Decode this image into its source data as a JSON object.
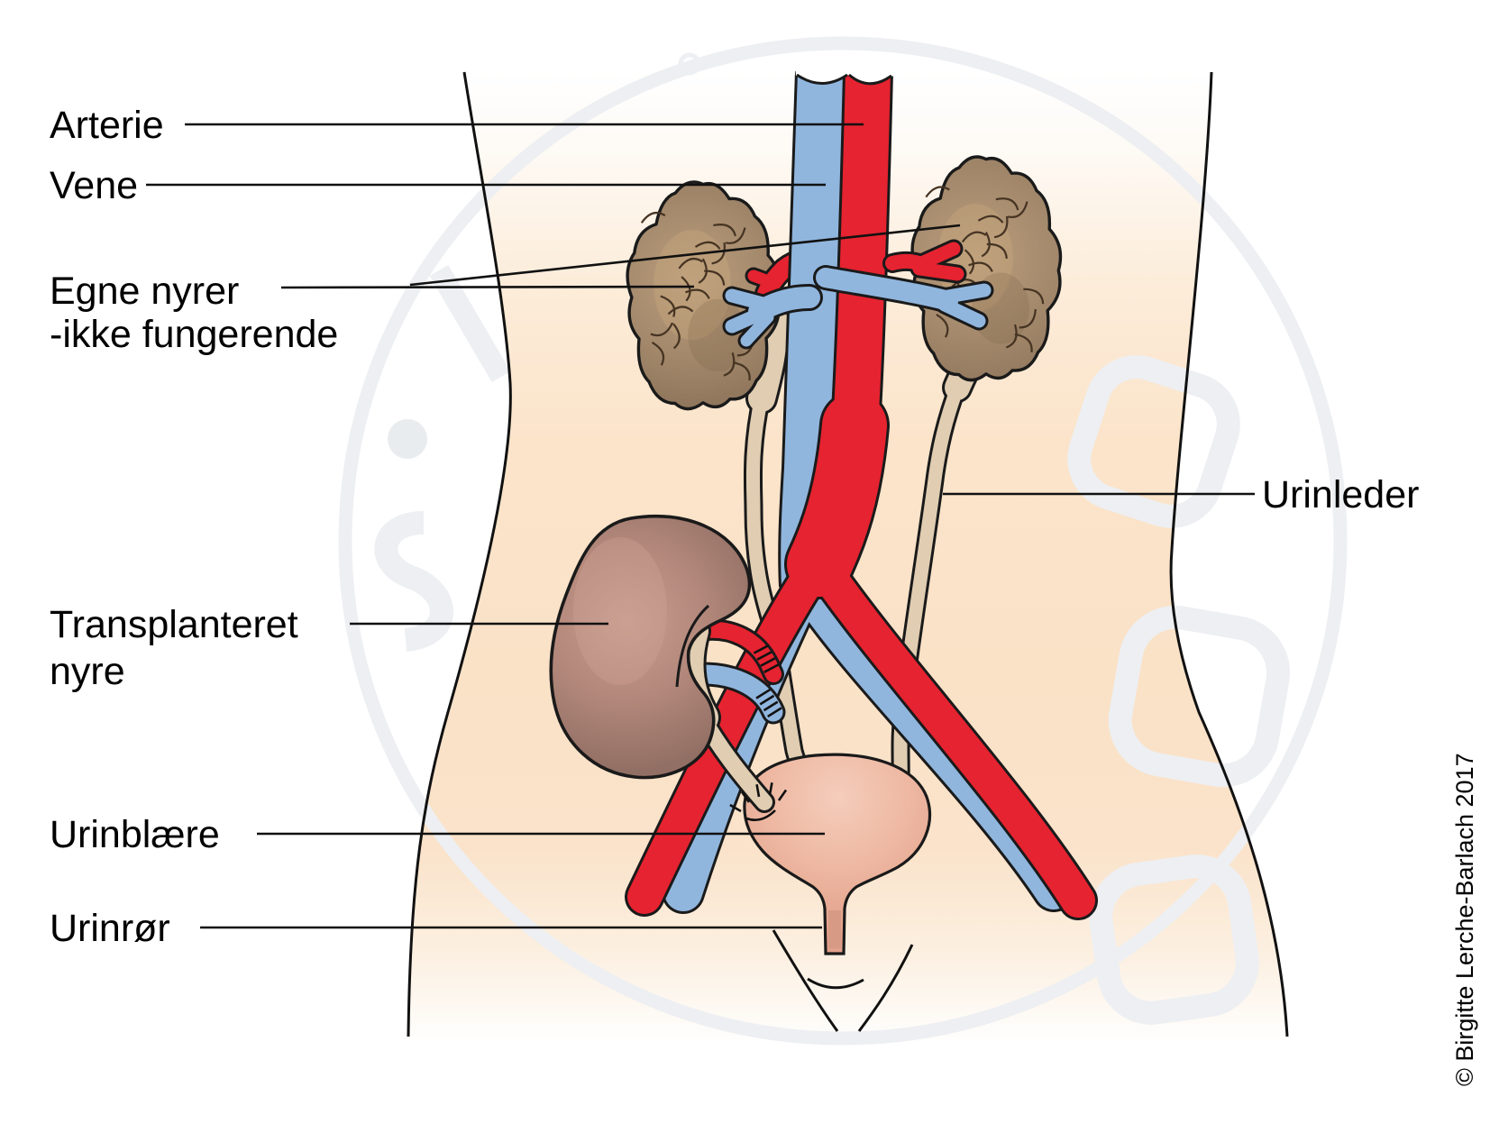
{
  "diagram": {
    "type": "medical-illustration",
    "subject": "kidney-transplant-urinary-system",
    "labels": {
      "artery": "Arterie",
      "vein": "Vene",
      "own_kidneys_line1": "Egne nyrer",
      "own_kidneys_line2": "-ikke fungerende",
      "transplant_line1": "Transplanteret",
      "transplant_line2": "nyre",
      "ureter": "Urinleder",
      "bladder": "Urinblære",
      "urethra": "Urinrør"
    },
    "credit": "© Birgitte Lerche-Barlach 2017",
    "colors": {
      "artery_red": "#e62330",
      "vein_blue": "#90b6de",
      "skin_peach": "#fbe4ca",
      "kidney_brown": "#a1866a",
      "transplant_kidney_mauve": "#b4897c",
      "ureter_beige": "#e0cdb2",
      "bladder_pink": "#e7a68f",
      "outline_black": "#1a1a1a",
      "watermark_gray": "#edeff2"
    }
  }
}
